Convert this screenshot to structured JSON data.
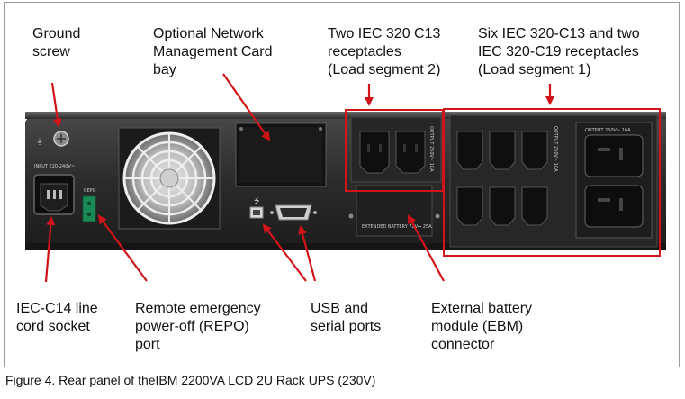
{
  "labels": {
    "ground_screw": "Ground\nscrew",
    "network_card_bay": "Optional Network\nManagement Card\nbay",
    "c13_segment2": "Two IEC 320 C13\nreceptacles\n(Load segment 2)",
    "c13_c19_segment1": "Six IEC 320-C13 and two\nIEC 320-C19 receptacles\n(Load segment 1)",
    "c14_socket": "IEC-C14 line\ncord socket",
    "repo_port": "Remote emergency\npower-off (REPO)\nport",
    "usb_serial": "USB and\nserial ports",
    "ebm_connector": "External battery\nmodule (EBM)\nconnector"
  },
  "panel_markings": {
    "input": "INPUT 220-240V~",
    "repo": "REPO",
    "extended_battery": "EXTENDED BATTERY\n72V⎓ 25A",
    "output_seg2": "OUTPUT 250V~ 10A",
    "output_seg1_top": "OUTPUT 250V~ 16A",
    "output_seg1_side": "OUTPUT 250V~ 10A"
  },
  "caption": "Figure 4. Rear panel of theIBM 2200VA LCD 2U Rack UPS (230V)",
  "colors": {
    "callout": "#d0141a",
    "panel": "#2a2a2a",
    "outlet": "#111111"
  },
  "icons": [
    "ground-screw-icon",
    "fan-icon",
    "usb-icon",
    "serial-port-icon",
    "power-inlet-icon",
    "outlet-icon"
  ]
}
